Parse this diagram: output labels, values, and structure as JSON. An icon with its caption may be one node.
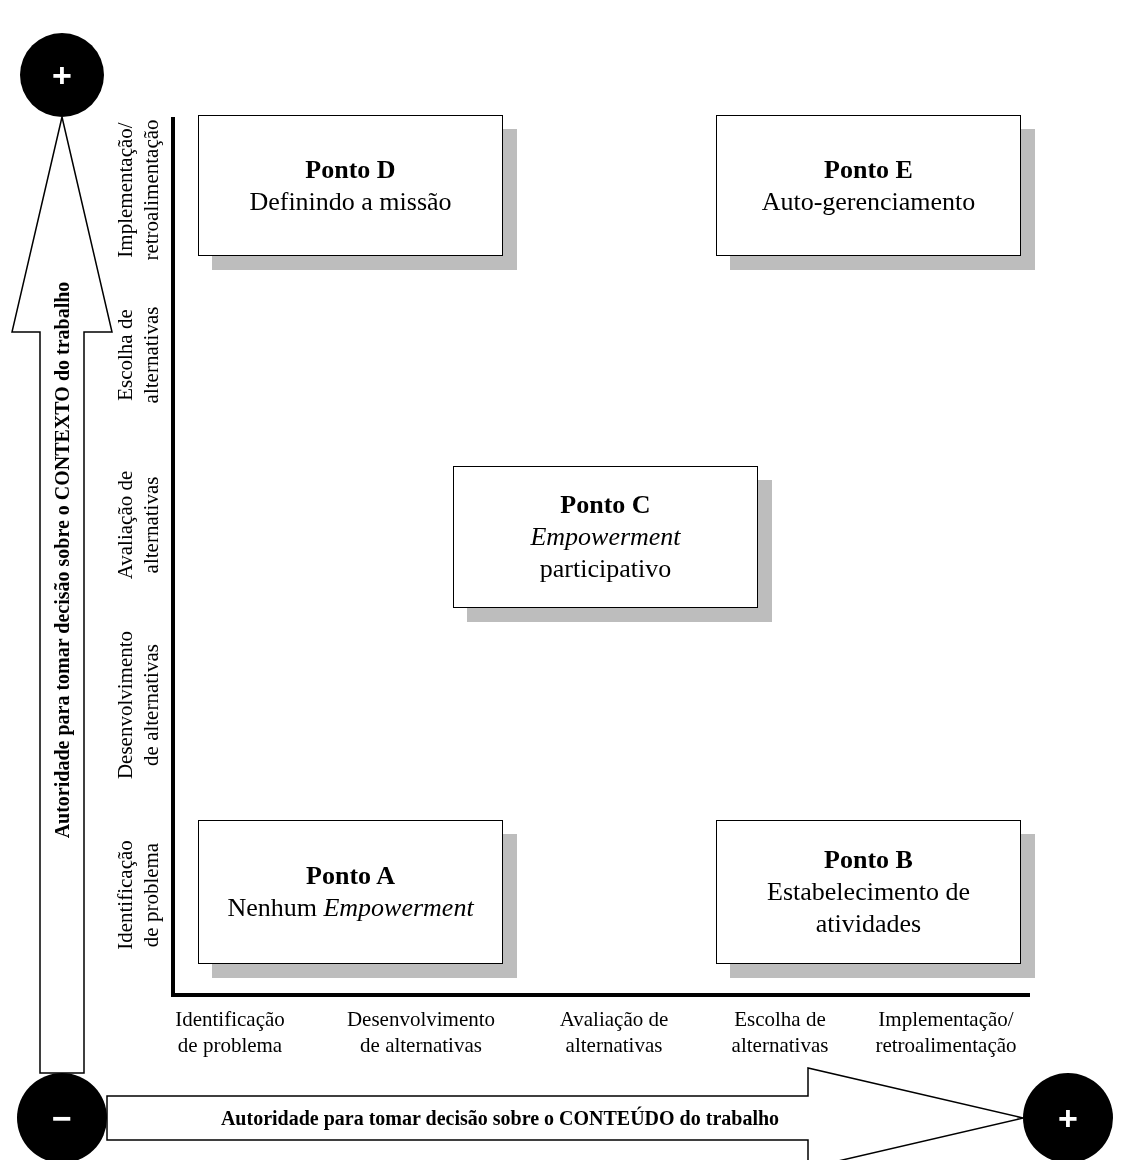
{
  "diagram": {
    "nodes": [
      {
        "text": [
          "+"
        ]
      },
      {
        "text": [
          "−"
        ]
      },
      {
        "text": [
          "+"
        ]
      },
      {
        "text": [
          "Ponto D",
          "Definindo a missão"
        ]
      },
      {
        "text": [
          "Ponto E",
          "Auto-gerenciamento"
        ]
      },
      {
        "text": [
          "Ponto C",
          "*Empowerment* participativo"
        ]
      },
      {
        "text": [
          "Ponto A",
          "Nenhum *Empowerment*"
        ]
      },
      {
        "text": [
          "Ponto B",
          "Estabelecimento de atividades"
        ]
      }
    ],
    "edges": [
      {
        "from": 1,
        "to": 0,
        "arrow": "to",
        "label": "Autoridade para tomar decisão sobre o CONTEXTO do trabalho"
      },
      {
        "from": 1,
        "to": 2,
        "arrow": "to",
        "label": "Autoridade para tomar decisão sobre o CONTEÚDO do trabalho"
      }
    ],
    "labels": [
      "Identificação de problema",
      "Desenvolvimento de alternativas",
      "Avaliação de alternativas",
      "Escolha de alternativas",
      "Implementação/ retroalimentação",
      "Identificação de problema",
      "Desenvolvimento de alternativas",
      "Avaliação de alternativas",
      "Escolha de alternativas",
      "Implementação/ retroalimentação"
    ]
  }
}
